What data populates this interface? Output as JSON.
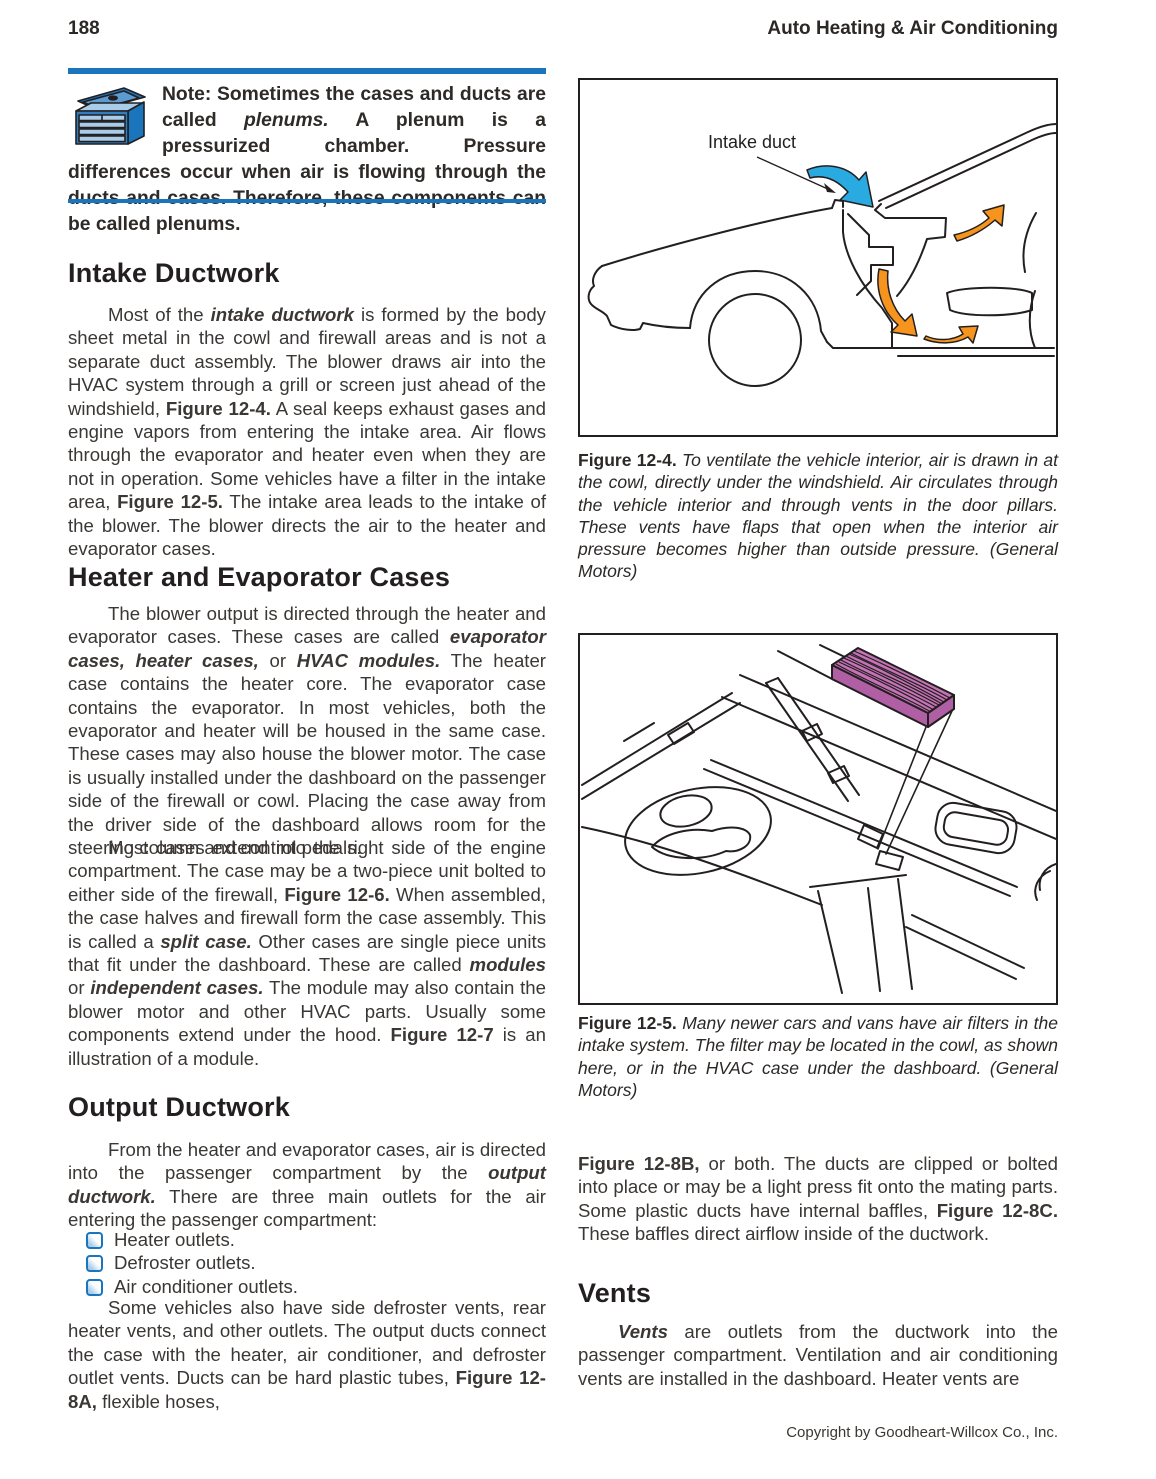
{
  "page": {
    "number": "188",
    "running_head": "Auto Heating & Air Conditioning",
    "footer": "Copyright by Goodheart-Willcox Co., Inc."
  },
  "colors": {
    "accent_blue": "#1B75BC",
    "intake_arrow_blue": "#29ABE2",
    "airflow_arrow_orange": "#F7941D",
    "filter_purple": "#C572B6",
    "line_art": "#231F20"
  },
  "note": {
    "icon": "toolbox-icon",
    "segments": [
      {
        "t": "Note: Sometimes the cases and ducts are called ",
        "b": true
      },
      {
        "t": "plenums.",
        "b": true,
        "i": true
      },
      {
        "t": " A plenum is a pressurized chamber. Pressure differences occur when air is flowing through the ducts and cases. Therefore, these components can be called plenums.",
        "b": true
      }
    ]
  },
  "sections": {
    "intake": {
      "heading": "Intake Ductwork",
      "p1": [
        {
          "t": "Most of the "
        },
        {
          "t": "intake ductwork",
          "b": true,
          "i": true
        },
        {
          "t": " is formed by the body sheet metal in the cowl and firewall areas and is not a separate duct assembly. The blower draws air into the HVAC system through a grill or screen just ahead of the windshield, "
        },
        {
          "t": "Figure 12-4.",
          "b": true
        },
        {
          "t": " A seal keeps exhaust gases and engine vapors from entering the intake area. Air flows through the evaporator and heater even when they are not in operation. Some vehicles have a filter in the intake area, "
        },
        {
          "t": "Figure 12-5.",
          "b": true
        },
        {
          "t": " The intake area leads to the intake of the blower. The blower directs the air to the heater and evaporator cases."
        }
      ]
    },
    "heater": {
      "heading": "Heater and Evaporator Cases",
      "p1": [
        {
          "t": "The blower output is directed through the heater and evaporator cases. These cases are called "
        },
        {
          "t": "evaporator cases, heater cases,",
          "b": true,
          "i": true
        },
        {
          "t": " or "
        },
        {
          "t": "HVAC modules.",
          "b": true,
          "i": true
        },
        {
          "t": " The heater case contains the heater core. The evaporator case contains the evaporator. In most vehicles, both the evaporator and heater will be housed in the same case. These cases may also house the blower motor. The case is usually installed under the dashboard on the passenger side of the firewall or cowl. Placing the case away from the driver side of the dashboard allows room for the steering column and control pedals."
        }
      ],
      "p2": [
        {
          "t": "Most cases extend into the right side of the engine compartment. The case may be a two-piece unit bolted to either side of the firewall, "
        },
        {
          "t": "Figure 12-6.",
          "b": true
        },
        {
          "t": " When assembled, the case halves and firewall form the case assembly. This is called a "
        },
        {
          "t": "split case.",
          "b": true,
          "i": true
        },
        {
          "t": " Other cases are single piece units that fit under the dashboard. These are called "
        },
        {
          "t": "modules",
          "b": true,
          "i": true
        },
        {
          "t": " or "
        },
        {
          "t": "independent cases.",
          "b": true,
          "i": true
        },
        {
          "t": " The module may also contain the blower motor and other HVAC parts. Usually some components extend under the hood. "
        },
        {
          "t": "Figure 12-7",
          "b": true
        },
        {
          "t": " is an illustration of a module."
        }
      ]
    },
    "output": {
      "heading": "Output Ductwork",
      "p1": [
        {
          "t": "From the heater and evaporator cases, air is directed into the passenger compartment by the "
        },
        {
          "t": "output ductwork.",
          "b": true,
          "i": true
        },
        {
          "t": " There are three main outlets for the air entering the passenger compartment:"
        }
      ],
      "bullets": [
        "Heater outlets.",
        "Defroster outlets.",
        "Air conditioner outlets."
      ],
      "p2": [
        {
          "t": "Some vehicles also have side defroster vents, rear heater vents, and other outlets. The output ducts connect the case with the heater, air conditioner, and defroster outlet vents. Ducts can be hard plastic tubes, "
        },
        {
          "t": "Figure 12-8A,",
          "b": true
        },
        {
          "t": " flexible hoses,"
        }
      ]
    }
  },
  "figures": {
    "fig4": {
      "label": "Intake duct",
      "caption": [
        {
          "t": "Figure 12-4.",
          "b": true
        },
        {
          "t": " To ventilate the vehicle interior, air is drawn in at the cowl, directly under the windshield. Air circulates through the vehicle interior and through vents in the door pillars. These vents have flaps that open when the interior air pressure becomes higher than outside pressure. (General Motors)",
          "i": true
        }
      ]
    },
    "fig5": {
      "caption": [
        {
          "t": "Figure 12-5.",
          "b": true
        },
        {
          "t": " Many newer cars and vans have air filters in the intake system. The filter may be located in the cowl, as shown here, or in the HVAC case under the dashboard. (General Motors)",
          "i": true
        }
      ]
    }
  },
  "right_column": {
    "continuation": [
      {
        "t": "Figure 12-8B,",
        "b": true
      },
      {
        "t": " or both. The ducts are clipped or bolted into place or may be a light press fit onto the mating parts. Some plastic ducts have internal baffles, "
      },
      {
        "t": "Figure 12-8C.",
        "b": true
      },
      {
        "t": " These baffles direct airflow inside of the ductwork."
      }
    ],
    "vents": {
      "heading": "Vents",
      "p1": [
        {
          "t": "Vents",
          "b": true,
          "i": true
        },
        {
          "t": " are outlets from the ductwork into the passenger compartment. Ventilation and air conditioning vents are installed in the dashboard. Heater vents are"
        }
      ]
    }
  }
}
